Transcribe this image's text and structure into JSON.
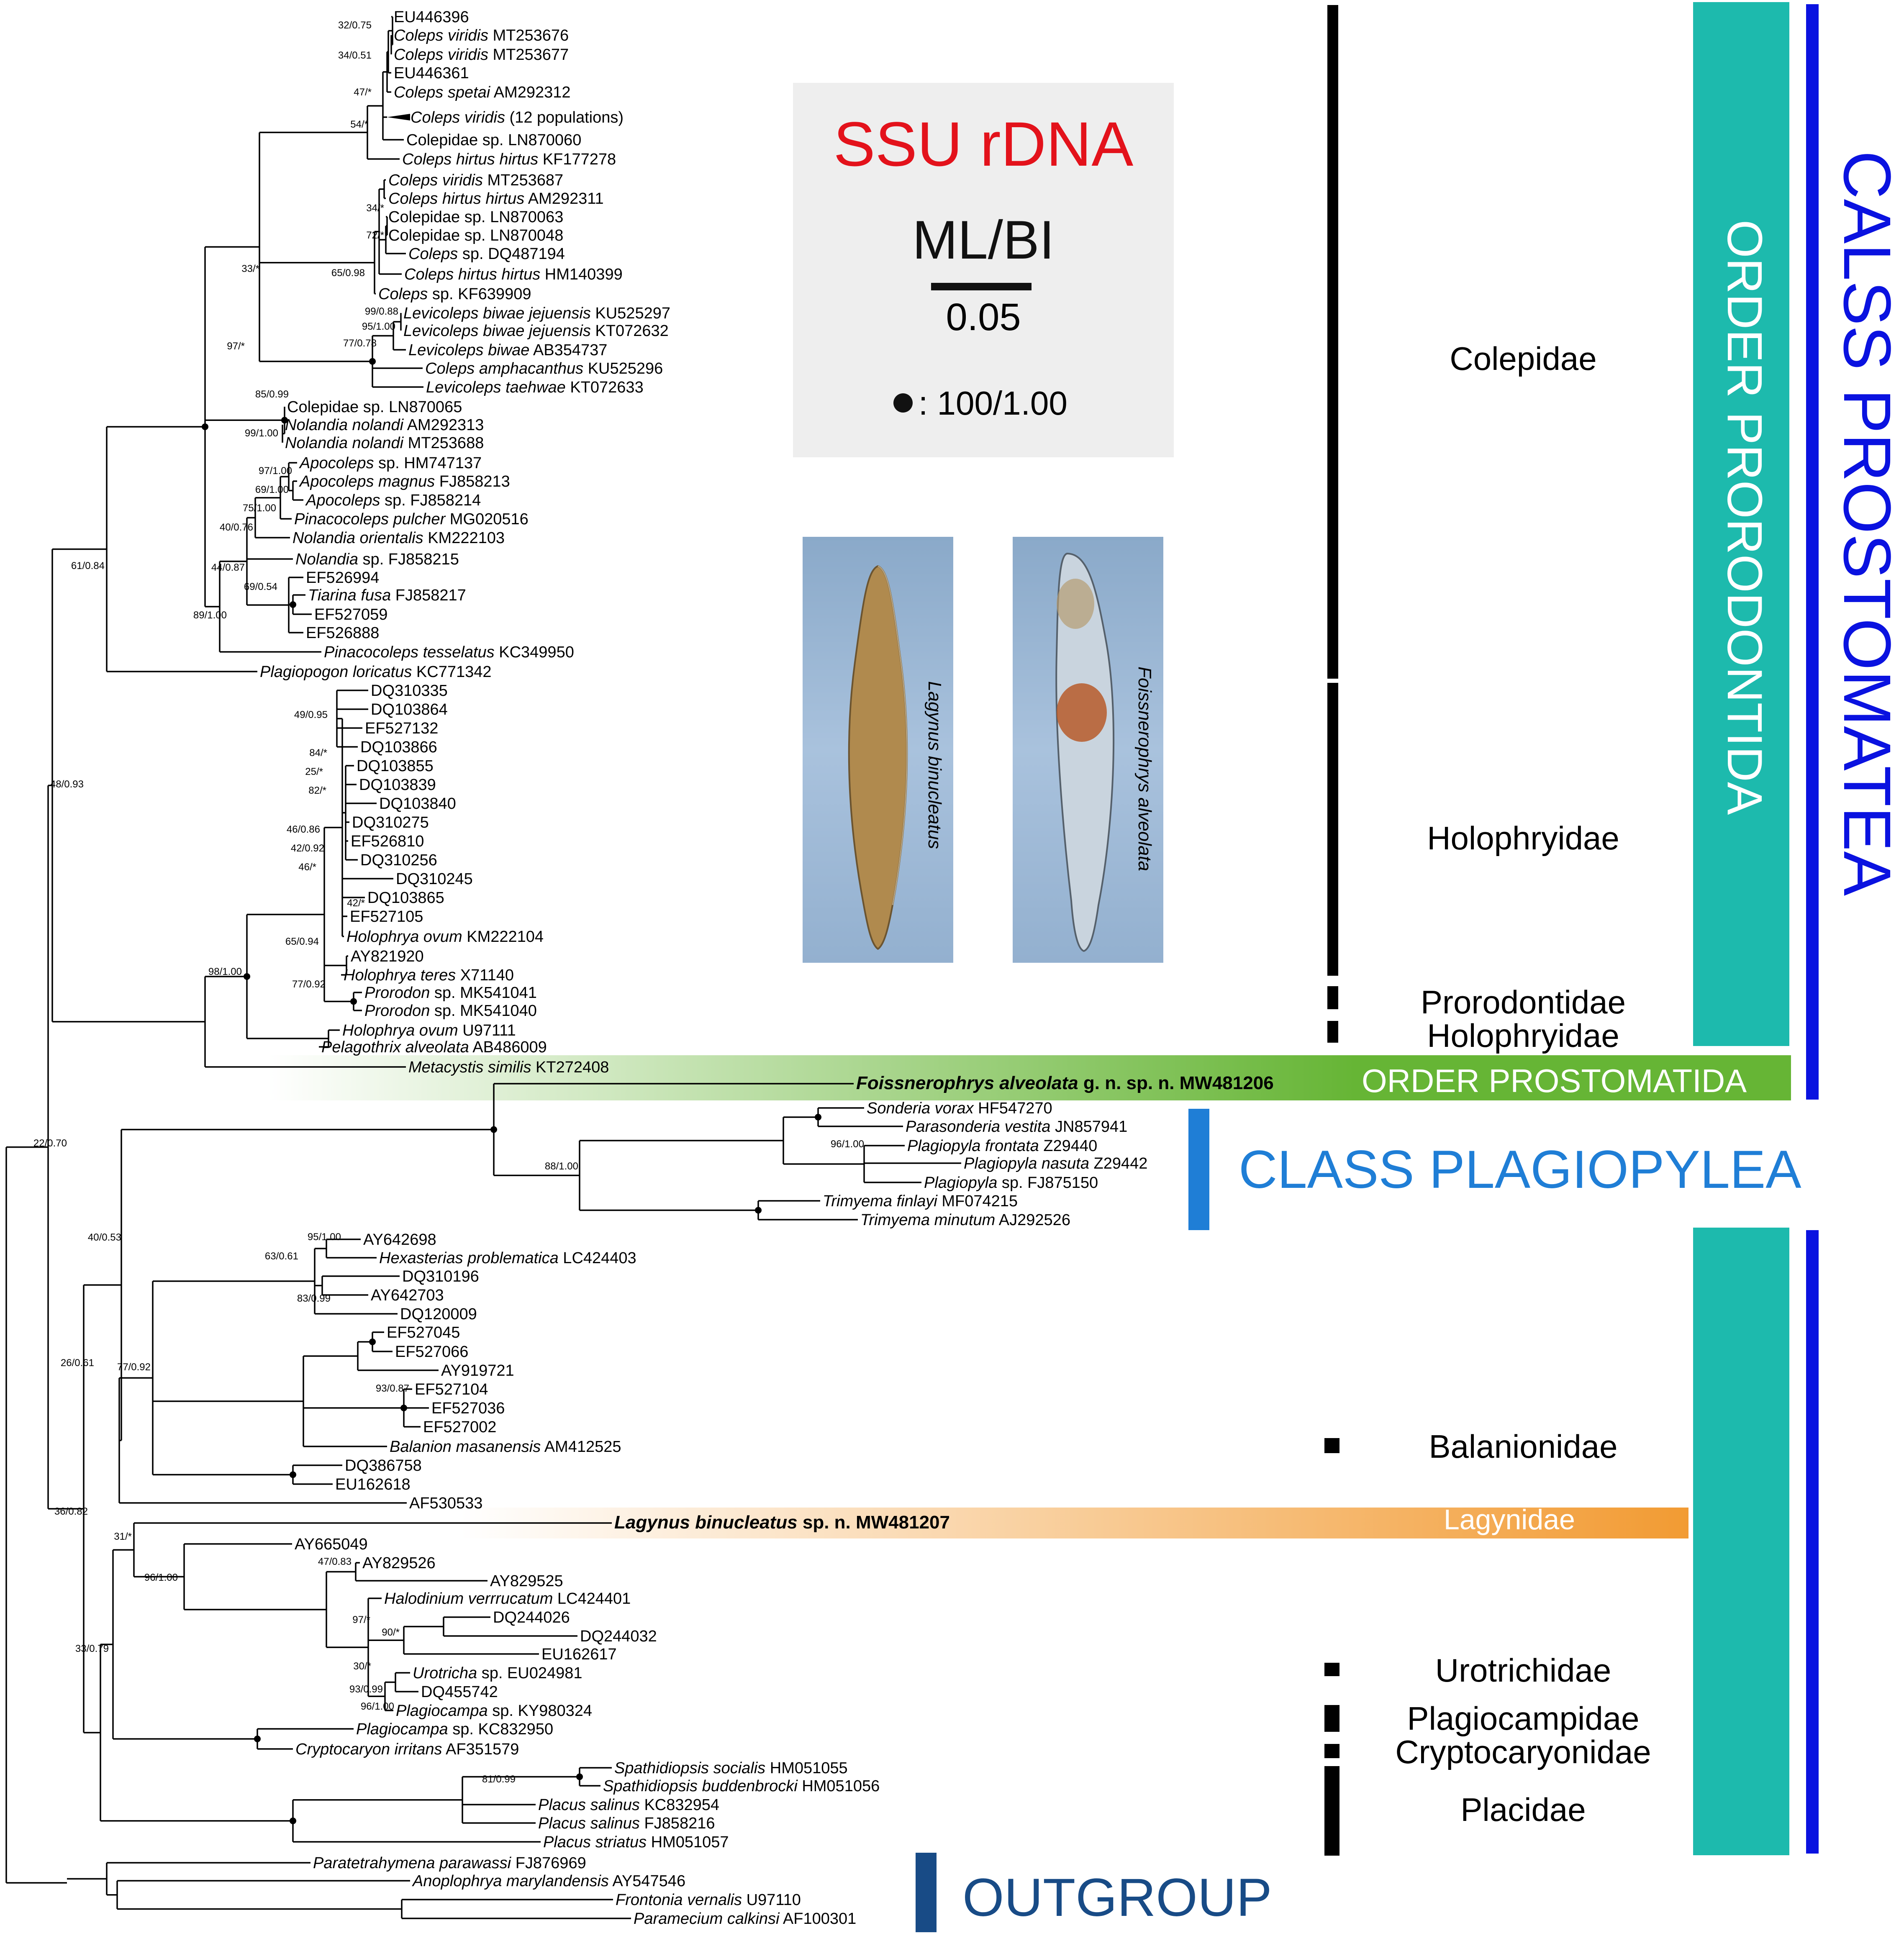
{
  "legend": {
    "title": "SSU rDNA",
    "method": "ML/BI",
    "scale_value": "0.05",
    "dot_label": ": 100/1.00"
  },
  "photos": [
    {
      "caption": "Lagynus binucleatus"
    },
    {
      "caption": "Foissnerophrys alveolata"
    }
  ],
  "families": {
    "colepidae": "Colepidae",
    "holophryidae": "Holophryidae",
    "prorodontidae": "Prorodontidae",
    "holophryidae2": "Holophryidae",
    "balanionidae": "Balanionidae",
    "lagynidae": "Lagynidae",
    "urotrichidae": "Urotrichidae",
    "plagiocampidae": "Plagiocampidae",
    "cryptocaryonidae": "Cryptocaryonidae",
    "placidae": "Placidae"
  },
  "bands": {
    "order_prorodontida": "ORDER   PRORODONTIDA",
    "class_prostomatea": "CALSS   PROSTOMATEA",
    "order_prostomatida": "ORDER  PROSTOMATIDA",
    "class_plagiopylea": "CLASS  PLAGIOPYLEA",
    "outgroup": "OUTGROUP"
  },
  "colors": {
    "legend_title": "#e3121b",
    "teal": "#1dbaad",
    "blue": "#0a12e0",
    "green": "#66b535",
    "orange": "#f29b33",
    "plagiopylea": "#1f7ed6",
    "outgroup": "#184b86"
  },
  "tree": {
    "leaves": [
      {
        "name": "EU446396"
      },
      {
        "name": "Coleps viridis",
        "acc": "MT253676",
        "it": true
      },
      {
        "name": "Coleps viridis",
        "acc": "MT253677",
        "it": true
      },
      {
        "name": "EU446361"
      },
      {
        "name": "Coleps spetai",
        "acc": "AM292312",
        "it": true
      },
      {
        "name": "Coleps viridis",
        "acc": "(12 populations)",
        "it": true
      },
      {
        "name": "Colepidae sp.",
        "acc": "LN870060"
      },
      {
        "name": "Coleps hirtus hirtus",
        "acc": "KF177278",
        "it": true
      },
      {
        "name": "Coleps viridis",
        "acc": "MT253687",
        "it": true
      },
      {
        "name": "Coleps hirtus hirtus",
        "acc": "AM292311",
        "it": true
      },
      {
        "name": "Colepidae sp.",
        "acc": "LN870063"
      },
      {
        "name": "Colepidae sp.",
        "acc": "LN870048"
      },
      {
        "name": "Coleps",
        "acc": "sp. DQ487194",
        "it": true
      },
      {
        "name": "Coleps hirtus hirtus",
        "acc": "HM140399",
        "it": true
      },
      {
        "name": "Coleps",
        "acc": "sp. KF639909",
        "it": true
      },
      {
        "name": "Levicoleps biwae jejuensis",
        "acc": "KU525297",
        "it": true
      },
      {
        "name": "Levicoleps biwae jejuensis",
        "acc": "KT072632",
        "it": true
      },
      {
        "name": "Levicoleps biwae",
        "acc": "AB354737",
        "it": true
      },
      {
        "name": "Coleps amphacanthus",
        "acc": "KU525296",
        "it": true
      },
      {
        "name": "Levicoleps taehwae",
        "acc": "KT072633",
        "it": true
      },
      {
        "name": "Colepidae sp.",
        "acc": "LN870065"
      },
      {
        "name": "Nolandia nolandi",
        "acc": "AM292313",
        "it": true
      },
      {
        "name": "Nolandia nolandi",
        "acc": "MT253688",
        "it": true
      },
      {
        "name": "Apocoleps",
        "acc": "sp. HM747137",
        "it": true
      },
      {
        "name": "Apocoleps magnus",
        "acc": "FJ858213",
        "it": true
      },
      {
        "name": "Apocoleps",
        "acc": "sp. FJ858214",
        "it": true
      },
      {
        "name": "Pinacocoleps pulcher",
        "acc": "MG020516",
        "it": true
      },
      {
        "name": "Nolandia orientalis",
        "acc": "KM222103",
        "it": true
      },
      {
        "name": "Nolandia",
        "acc": "sp. FJ858215",
        "it": true
      },
      {
        "name": "EF526994"
      },
      {
        "name": "Tiarina fusa",
        "acc": "FJ858217",
        "it": true
      },
      {
        "name": "EF527059"
      },
      {
        "name": "EF526888"
      },
      {
        "name": "Pinacocoleps tesselatus",
        "acc": "KC349950",
        "it": true
      },
      {
        "name": "Plagiopogon loricatus",
        "acc": "KC771342",
        "it": true
      },
      {
        "name": "DQ310335"
      },
      {
        "name": "DQ103864"
      },
      {
        "name": "EF527132"
      },
      {
        "name": "DQ103866"
      },
      {
        "name": "DQ103855"
      },
      {
        "name": "DQ103839"
      },
      {
        "name": "DQ103840"
      },
      {
        "name": "DQ310275"
      },
      {
        "name": "EF526810"
      },
      {
        "name": "DQ310256"
      },
      {
        "name": "DQ310245"
      },
      {
        "name": "DQ103865"
      },
      {
        "name": "EF527105"
      },
      {
        "name": "Holophrya ovum",
        "acc": "KM222104",
        "it": true
      },
      {
        "name": "AY821920"
      },
      {
        "name": "Holophrya teres",
        "acc": "X71140",
        "it": true
      },
      {
        "name": "Prorodon",
        "acc": "sp. MK541041",
        "it": true
      },
      {
        "name": "Prorodon",
        "acc": "sp. MK541040",
        "it": true
      },
      {
        "name": "Holophrya ovum",
        "acc": "U97111",
        "it": true
      },
      {
        "name": "Pelagothrix alveolata",
        "acc": "AB486009",
        "it": true
      },
      {
        "name": "Metacystis similis",
        "acc": "KT272408",
        "it": true
      },
      {
        "name": "Foissnerophrys alveolata",
        "acc": "g. n. sp. n. MW481206",
        "it": true,
        "bold": true
      },
      {
        "name": "Sonderia vorax",
        "acc": "HF547270",
        "it": true
      },
      {
        "name": "Parasonderia vestita",
        "acc": "JN857941",
        "it": true
      },
      {
        "name": "Plagiopyla frontata",
        "acc": "Z29440",
        "it": true
      },
      {
        "name": "Plagiopyla nasuta",
        "acc": "Z29442",
        "it": true
      },
      {
        "name": "Plagiopyla",
        "acc": "sp. FJ875150",
        "it": true
      },
      {
        "name": "Trimyema finlayi",
        "acc": "MF074215",
        "it": true
      },
      {
        "name": "Trimyema minutum",
        "acc": "AJ292526",
        "it": true
      },
      {
        "name": "AY642698"
      },
      {
        "name": "Hexasterias problematica",
        "acc": "LC424403",
        "it": true
      },
      {
        "name": "DQ310196"
      },
      {
        "name": "AY642703"
      },
      {
        "name": "DQ120009"
      },
      {
        "name": "EF527045"
      },
      {
        "name": "EF527066"
      },
      {
        "name": "AY919721"
      },
      {
        "name": "EF527104"
      },
      {
        "name": "EF527036"
      },
      {
        "name": "EF527002"
      },
      {
        "name": "Balanion masanensis",
        "acc": "AM412525",
        "it": true
      },
      {
        "name": "DQ386758"
      },
      {
        "name": "EU162618"
      },
      {
        "name": "AF530533"
      },
      {
        "name": "Lagynus binucleatus",
        "acc": "sp. n. MW481207",
        "it": true,
        "bold": true
      },
      {
        "name": "AY665049"
      },
      {
        "name": "AY829526"
      },
      {
        "name": "AY829525"
      },
      {
        "name": "Halodinium verrrucatum",
        "acc": "LC424401",
        "it": true
      },
      {
        "name": "DQ244026"
      },
      {
        "name": "DQ244032"
      },
      {
        "name": "EU162617"
      },
      {
        "name": "Urotricha",
        "acc": "sp.  EU024981",
        "it": true
      },
      {
        "name": "DQ455742"
      },
      {
        "name": "Plagiocampa",
        "acc": "sp. KY980324",
        "it": true
      },
      {
        "name": "Plagiocampa",
        "acc": "sp. KC832950",
        "it": true
      },
      {
        "name": "Cryptocaryon irritans",
        "acc": "AF351579",
        "it": true
      },
      {
        "name": "Spathidiopsis socialis",
        "acc": "HM051055",
        "it": true
      },
      {
        "name": "Spathidiopsis buddenbrocki",
        "acc": "HM051056",
        "it": true
      },
      {
        "name": "Placus salinus",
        "acc": "KC832954",
        "it": true
      },
      {
        "name": "Placus salinus",
        "acc": "FJ858216",
        "it": true
      },
      {
        "name": "Placus striatus",
        "acc": "HM051057",
        "it": true
      },
      {
        "name": "Paratetrahymena parawassi",
        "acc": "FJ876969",
        "it": true
      },
      {
        "name": "Anoplophrya marylandensis",
        "acc": "AY547546",
        "it": true
      },
      {
        "name": "Frontonia vernalis",
        "acc": "U97110",
        "it": true
      },
      {
        "name": "Paramecium calkinsi",
        "acc": "AF100301",
        "it": true
      }
    ],
    "support": [
      "32/0.75",
      "34/0.51",
      "47/*",
      "54/*",
      "34/*",
      "72/*",
      "65/0.98",
      "33/*",
      "99/0.88",
      "95/1.00",
      "77/0.78",
      "97/*",
      "85/0.99",
      "99/1.00",
      "97/1.00",
      "69/1.00",
      "75/1.00",
      "40/0.76",
      "44/0.87",
      "69/0.54",
      "89/1.00",
      "61/0.84",
      "49/0.95",
      "84/*",
      "25/*",
      "82/*",
      "46/0.86",
      "42/0.92",
      "46/*",
      "42/*",
      "65/0.94",
      "98/1.00",
      "77/0.92",
      "48/0.93",
      "22/0.70",
      "88/1.00",
      "96/1.00",
      "40/0.53",
      "95/1.00",
      "63/0.61",
      "83/0.99",
      "93/0.87",
      "77/0.92",
      "26/0.61",
      "36/0.82",
      "31/*",
      "47/0.83",
      "96/1.00",
      "97/*",
      "90/*",
      "30/*",
      "93/0.99",
      "96/1.00",
      "33/0.79",
      "81/0.99"
    ]
  }
}
